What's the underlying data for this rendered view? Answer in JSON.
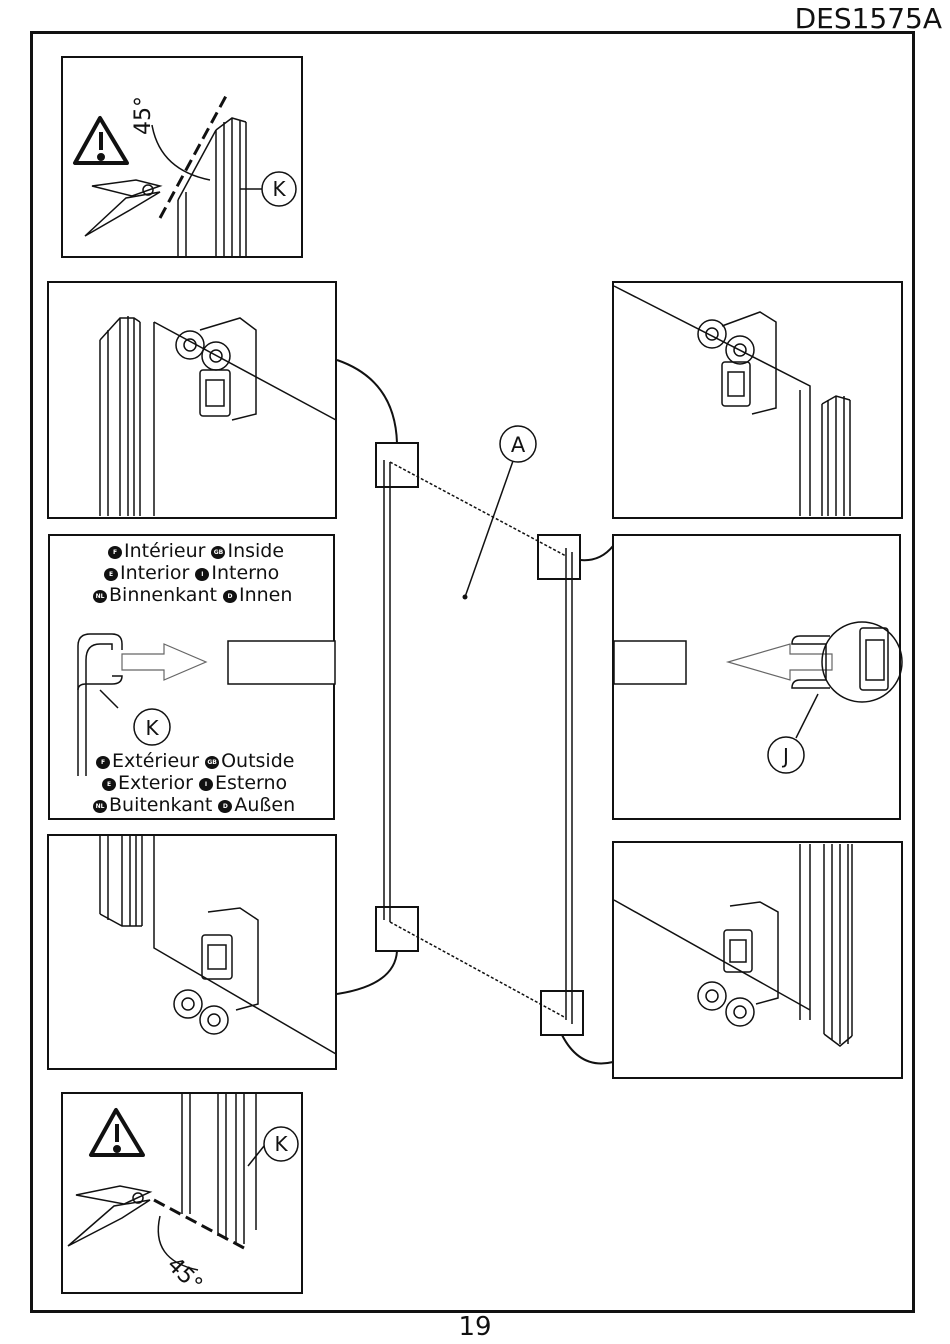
{
  "header": {
    "doc_code": "DES1575A"
  },
  "footer": {
    "page_number": "19"
  },
  "callouts": {
    "glass_panel": "A",
    "gasket_k": "K",
    "seal_j": "J",
    "angle": "45°"
  },
  "inside_labels": [
    [
      {
        "code": "F",
        "text": "Intérieur"
      },
      {
        "code": "GB",
        "text": "Inside"
      }
    ],
    [
      {
        "code": "E",
        "text": "Interior"
      },
      {
        "code": "I",
        "text": "Interno"
      }
    ],
    [
      {
        "code": "NL",
        "text": "Binnenkant"
      },
      {
        "code": "D",
        "text": "Innen"
      }
    ]
  ],
  "outside_labels": [
    [
      {
        "code": "F",
        "text": "Extérieur"
      },
      {
        "code": "GB",
        "text": "Outside"
      }
    ],
    [
      {
        "code": "E",
        "text": "Exterior"
      },
      {
        "code": "I",
        "text": "Esterno"
      }
    ],
    [
      {
        "code": "NL",
        "text": "Buitenkant"
      },
      {
        "code": "D",
        "text": "Außen"
      }
    ]
  ],
  "colors": {
    "line": "#111111",
    "background": "#ffffff",
    "arrow_outline": "#666666"
  }
}
